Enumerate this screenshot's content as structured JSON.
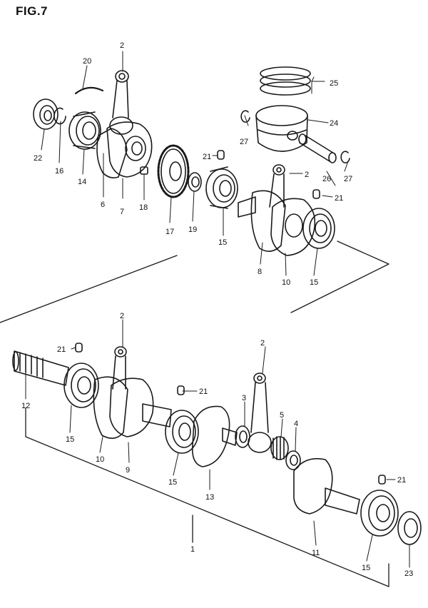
{
  "figure": {
    "title": "FIG.7"
  },
  "callouts": {
    "c2a": "2",
    "c20": "20",
    "c25": "25",
    "c24": "24",
    "c27a": "27",
    "c22": "22",
    "c16": "16",
    "c14": "14",
    "c6": "6",
    "c7": "7",
    "c18": "18",
    "c17": "17",
    "c21a": "21",
    "c19": "19",
    "c15a": "15",
    "c2b": "2",
    "c21b": "21",
    "c26": "26",
    "c27b": "27",
    "c8": "8",
    "c10a": "10",
    "c15b": "15",
    "c12": "12",
    "c21c": "21",
    "c2c": "2",
    "c2d": "2",
    "c15c": "15",
    "c10b": "10",
    "c9": "9",
    "c21d": "21",
    "c3": "3",
    "c5": "5",
    "c4": "4",
    "c15d": "15",
    "c13": "13",
    "c21e": "21",
    "c11": "11",
    "c15e": "15",
    "c23": "23",
    "c1": "1"
  }
}
